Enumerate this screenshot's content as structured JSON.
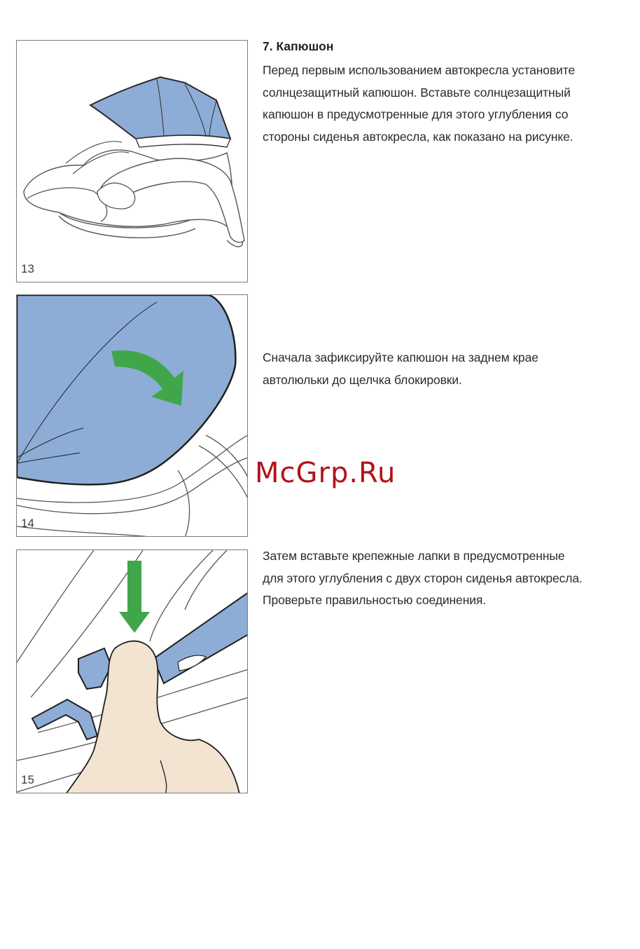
{
  "section": {
    "heading": "7. Капюшон",
    "paragraph1": [
      "Перед первым использованием автокресла установите",
      "солнцезащитный капюшон. Вставьте солнцезащитный",
      "капюшон в предусмотренные для этого углубления со",
      "стороны сиденья автокресла, как показано на рисунке."
    ],
    "paragraph2": [
      "Сначала зафиксируйте капюшон на заднем крае",
      "автолюльки до щелчка блокировки."
    ],
    "paragraph3": [
      "Затем вставьте крепежные лапки в предусмотренные",
      "для этого углубления с двух сторон сиденья автокресла.",
      "Проверьте правильностью соединения."
    ]
  },
  "figures": [
    {
      "number": "13"
    },
    {
      "number": "14"
    },
    {
      "number": "15"
    }
  ],
  "watermark": "McGrp.Ru",
  "colors": {
    "canopy_blue": "#8eadd6",
    "arrow_green": "#3fa74a",
    "hand_skin": "#f3e3d1",
    "line": "#4a4a4a"
  }
}
